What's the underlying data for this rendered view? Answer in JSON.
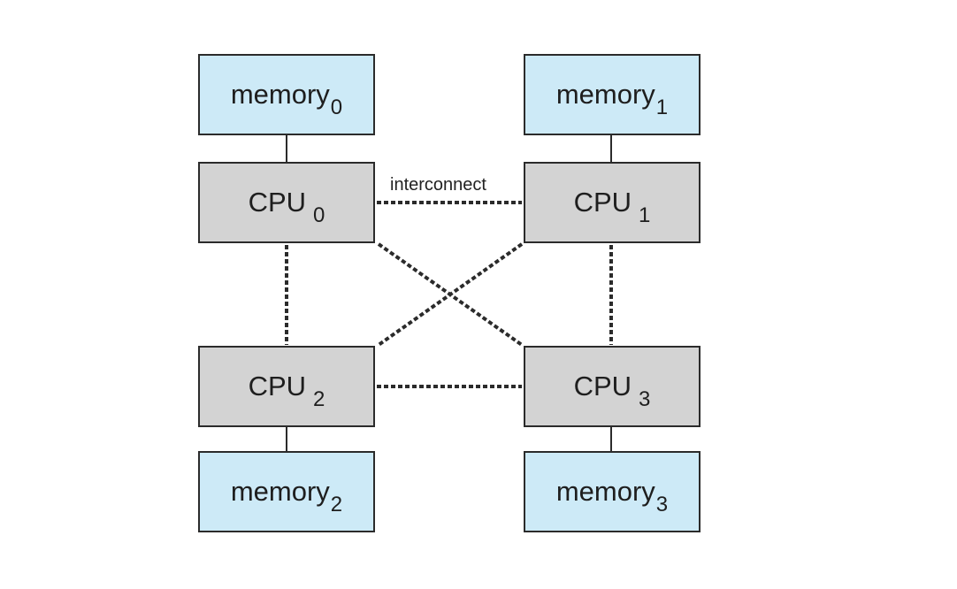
{
  "diagram": {
    "interconnect_label": "interconnect",
    "memory": [
      {
        "name": "memory",
        "sub": "0"
      },
      {
        "name": "memory",
        "sub": "1"
      },
      {
        "name": "memory",
        "sub": "2"
      },
      {
        "name": "memory",
        "sub": "3"
      }
    ],
    "cpu": [
      {
        "name": "CPU",
        "sub": "0"
      },
      {
        "name": "CPU",
        "sub": "1"
      },
      {
        "name": "CPU",
        "sub": "2"
      },
      {
        "name": "CPU",
        "sub": "3"
      }
    ],
    "colors": {
      "memory_fill": "#cdeaf7",
      "cpu_fill": "#d3d3d3",
      "stroke": "#2b2b2b"
    }
  }
}
